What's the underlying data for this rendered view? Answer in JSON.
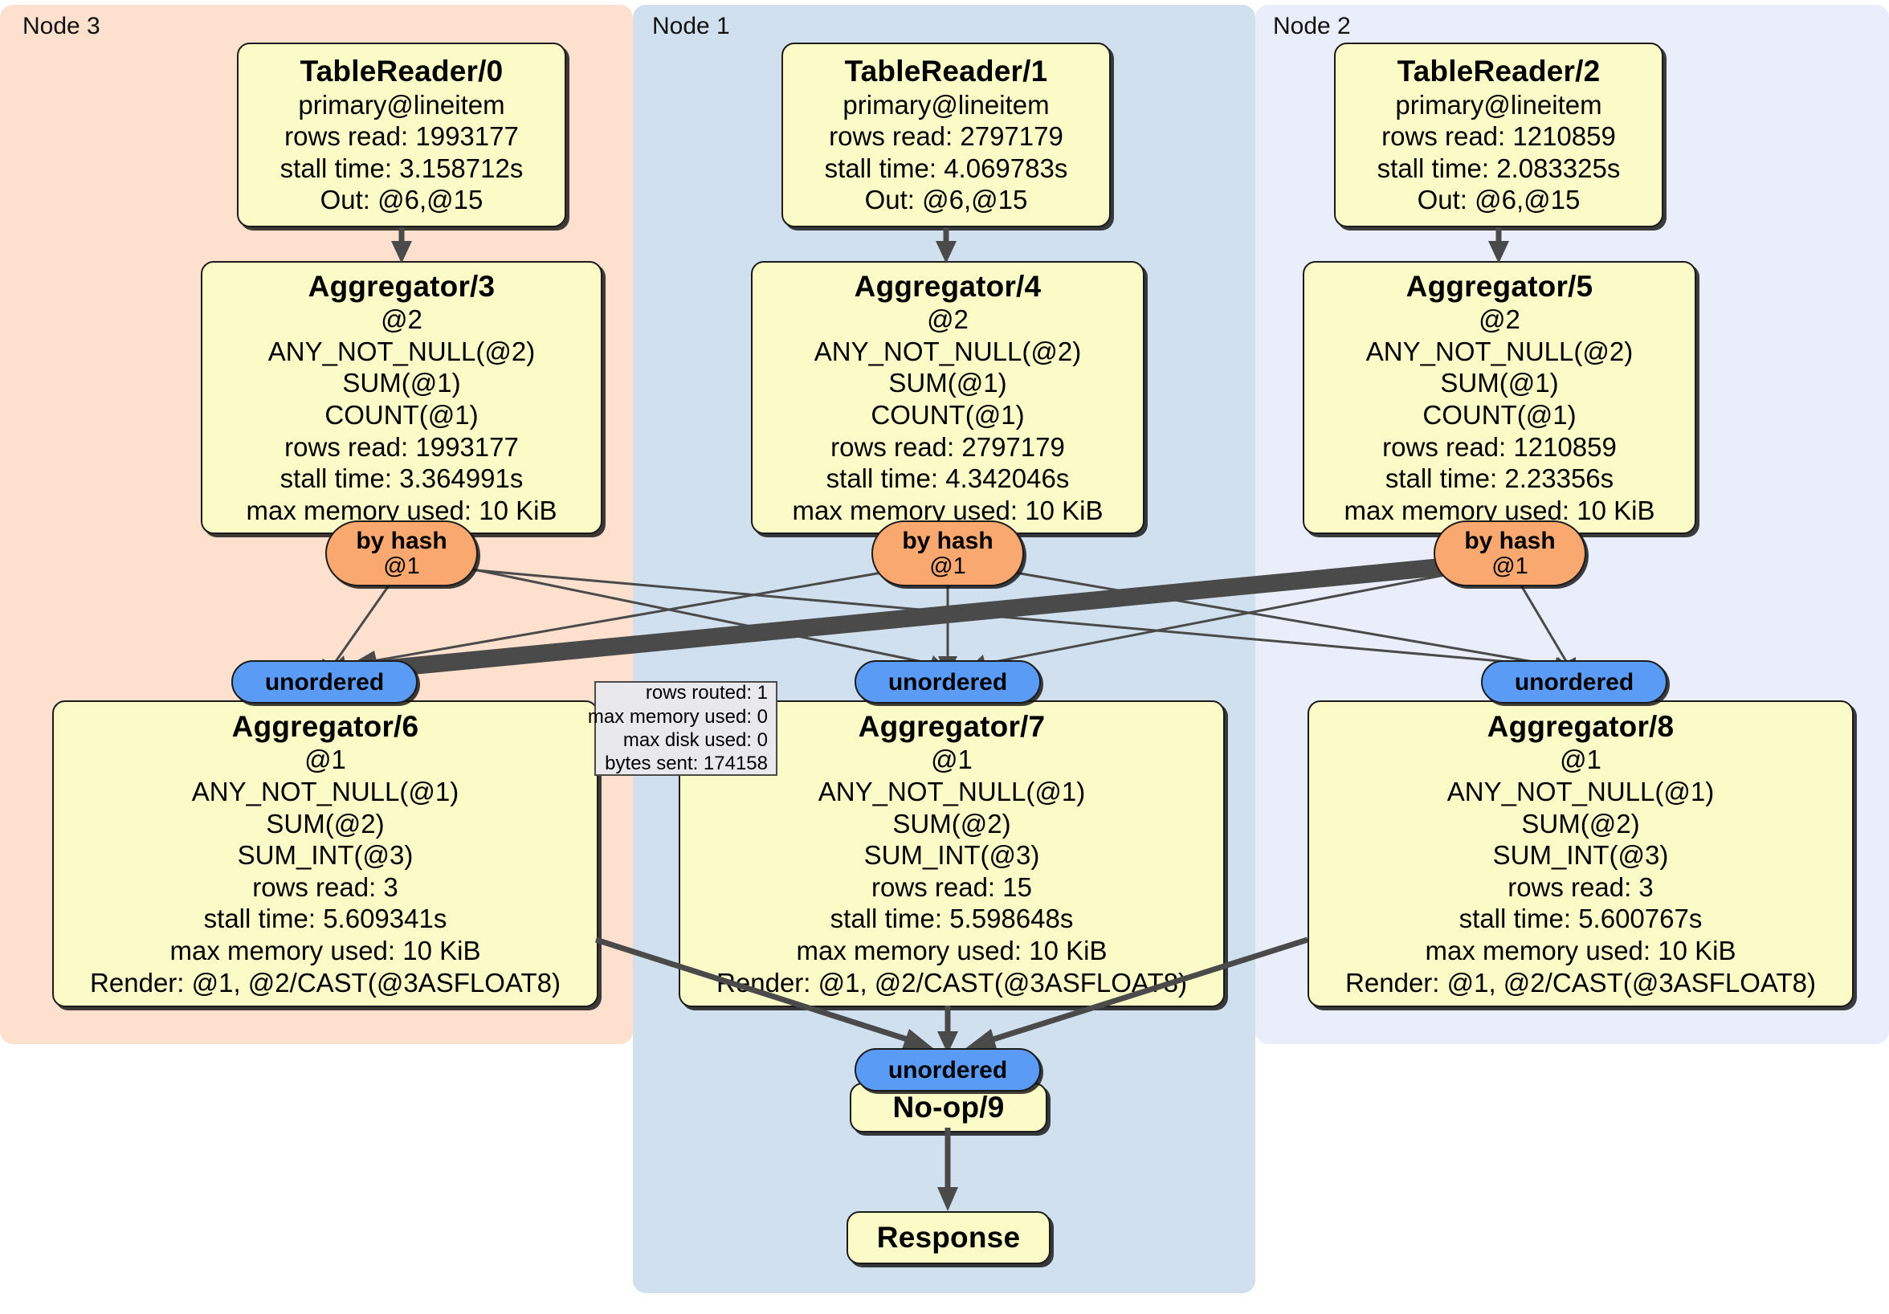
{
  "diagram": {
    "kind": "distributed-query-execution-plan",
    "colors": {
      "node_fill": "#fbfbc8",
      "node_stroke": "#1b1b1b",
      "cluster_node3": "#fde0cd",
      "cluster_node1": "#d1e0ee",
      "cluster_node2": "#e9eefa",
      "router_hash_fill": "#f9a870",
      "stream_unordered_fill": "#5a9bf6",
      "tooltip_fill": "#e9e9ed",
      "edge": "#4a4a4a"
    }
  },
  "clusters": [
    {
      "id": "node3",
      "label": "Node 3"
    },
    {
      "id": "node1",
      "label": "Node 1"
    },
    {
      "id": "node2",
      "label": "Node 2"
    }
  ],
  "processors": {
    "tablereader0": {
      "title": "TableReader/0",
      "lines": [
        "primary@lineitem",
        "rows read: 1993177",
        "stall time: 3.158712s",
        "Out: @6,@15"
      ]
    },
    "tablereader1": {
      "title": "TableReader/1",
      "lines": [
        "primary@lineitem",
        "rows read: 2797179",
        "stall time: 4.069783s",
        "Out: @6,@15"
      ]
    },
    "tablereader2": {
      "title": "TableReader/2",
      "lines": [
        "primary@lineitem",
        "rows read: 1210859",
        "stall time: 2.083325s",
        "Out: @6,@15"
      ]
    },
    "aggregator3": {
      "title": "Aggregator/3",
      "lines": [
        "@2",
        "ANY_NOT_NULL(@2)",
        "SUM(@1)",
        "COUNT(@1)",
        "rows read: 1993177",
        "stall time: 3.364991s",
        "max memory used: 10 KiB"
      ]
    },
    "aggregator4": {
      "title": "Aggregator/4",
      "lines": [
        "@2",
        "ANY_NOT_NULL(@2)",
        "SUM(@1)",
        "COUNT(@1)",
        "rows read: 2797179",
        "stall time: 4.342046s",
        "max memory used: 10 KiB"
      ]
    },
    "aggregator5": {
      "title": "Aggregator/5",
      "lines": [
        "@2",
        "ANY_NOT_NULL(@2)",
        "SUM(@1)",
        "COUNT(@1)",
        "rows read: 1210859",
        "stall time: 2.23356s",
        "max memory used: 10 KiB"
      ]
    },
    "aggregator6": {
      "title": "Aggregator/6",
      "lines": [
        "@1",
        "ANY_NOT_NULL(@1)",
        "SUM(@2)",
        "SUM_INT(@3)",
        "rows read: 3",
        "stall time: 5.609341s",
        "max memory used: 10 KiB",
        "Render: @1, @2/CAST(@3ASFLOAT8)"
      ]
    },
    "aggregator7": {
      "title": "Aggregator/7",
      "lines": [
        "@1",
        "ANY_NOT_NULL(@1)",
        "SUM(@2)",
        "SUM_INT(@3)",
        "rows read: 15",
        "stall time: 5.598648s",
        "max memory used: 10 KiB",
        "Render: @1, @2/CAST(@3ASFLOAT8)"
      ]
    },
    "aggregator8": {
      "title": "Aggregator/8",
      "lines": [
        "@1",
        "ANY_NOT_NULL(@1)",
        "SUM(@2)",
        "SUM_INT(@3)",
        "rows read: 3",
        "stall time: 5.600767s",
        "max memory used: 10 KiB",
        "Render: @1, @2/CAST(@3ASFLOAT8)"
      ]
    },
    "noop9": {
      "title": "No-op/9",
      "lines": []
    },
    "response": {
      "title": "Response",
      "lines": []
    }
  },
  "routers": [
    {
      "id": "hash-left",
      "type": "by hash",
      "column": "@1"
    },
    {
      "id": "hash-center",
      "type": "by hash",
      "column": "@1"
    },
    {
      "id": "hash-right",
      "type": "by hash",
      "column": "@1"
    }
  ],
  "streams": [
    {
      "id": "unordered-left",
      "label": "unordered"
    },
    {
      "id": "unordered-center",
      "label": "unordered"
    },
    {
      "id": "unordered-right",
      "label": "unordered"
    },
    {
      "id": "unordered-final",
      "label": "unordered"
    }
  ],
  "stream_stats_tooltip": {
    "lines": [
      "rows routed: 1",
      "max memory used: 0",
      "max disk used: 0",
      "bytes sent: 174158"
    ]
  }
}
